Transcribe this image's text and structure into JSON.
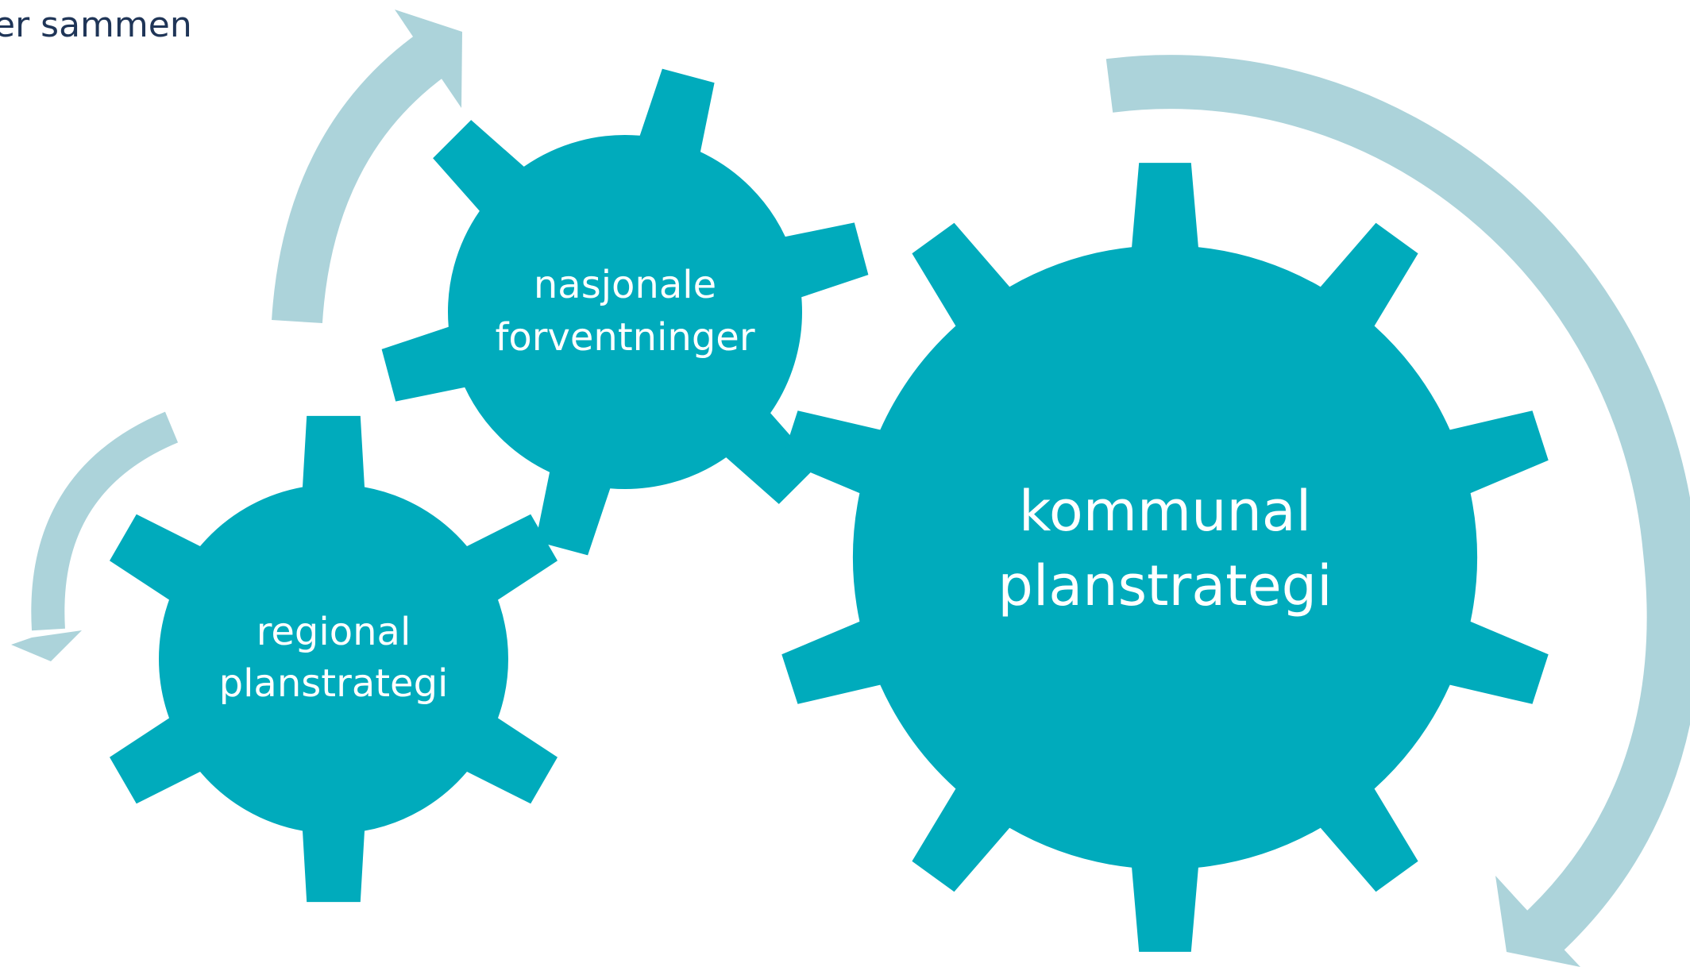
{
  "header": {
    "text": "er sammen"
  },
  "colors": {
    "gear": "#00ABBC",
    "arrow": "#ACD3DA",
    "text": "#FFFFFF",
    "header": "#1F3557"
  },
  "gears": {
    "national": {
      "line1": "nasjonale",
      "line2": "forventninger"
    },
    "regional": {
      "line1": "regional",
      "line2": "planstrategi"
    },
    "municipal": {
      "line1": "kommunal",
      "line2": "planstrategi"
    }
  },
  "arrows": [
    {
      "id": "top-left",
      "direction": "up-right"
    },
    {
      "id": "left",
      "direction": "down"
    },
    {
      "id": "right",
      "direction": "clockwise-down"
    }
  ]
}
